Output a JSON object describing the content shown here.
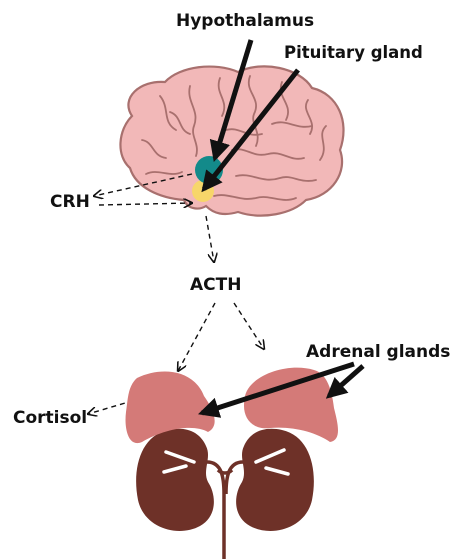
{
  "labels": {
    "hypothalamus": "Hypothalamus",
    "pituitary": "Pituitary gland",
    "crh": "CRH",
    "acth": "ACTH",
    "adrenal": "Adrenal glands",
    "cortisol": "Cortisol"
  },
  "colors": {
    "brain_fill": "#f2b8b8",
    "brain_stroke": "#a8706e",
    "hypothalamus": "#138a8a",
    "pituitary": "#f7d66a",
    "adrenal": "#d47a78",
    "kidney": "#6e3128",
    "arrow": "#111111"
  }
}
